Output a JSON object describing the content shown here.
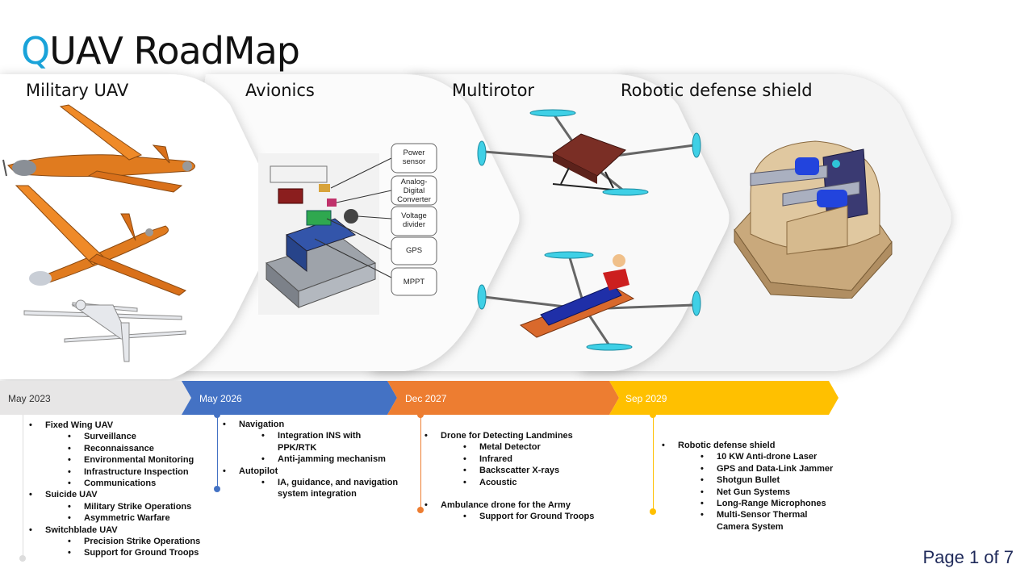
{
  "title": {
    "accent": "Q",
    "rest": "UAV RoadMap"
  },
  "sections": [
    {
      "title": "Military UAV"
    },
    {
      "title": "Avionics"
    },
    {
      "title": "Multirotor"
    },
    {
      "title": "Robotic defense shield"
    }
  ],
  "avionics_labels": [
    "Power sensor",
    "Analog-Digital Converter",
    "Voltage divider",
    "GPS",
    "MPPT"
  ],
  "timeline": [
    {
      "date": "May 2023",
      "color": "#e7e6e6"
    },
    {
      "date": "May 2026",
      "color": "#4472c4"
    },
    {
      "date": "Dec 2027",
      "color": "#ed7d31"
    },
    {
      "date": "Sep 2029",
      "color": "#ffc000"
    }
  ],
  "milestones": {
    "m1": {
      "items": [
        {
          "label": "Fixed Wing UAV",
          "sub": [
            "Surveillance",
            "Reconnaissance",
            "Environmental Monitoring",
            "Infrastructure  Inspection",
            "Communications"
          ]
        },
        {
          "label": "Suicide UAV",
          "sub": [
            "Military Strike Operations",
            "Asymmetric Warfare"
          ]
        },
        {
          "label": "Switchblade UAV",
          "sub": [
            "Precision Strike Operations",
            "Support for Ground Troops"
          ]
        }
      ]
    },
    "m2": {
      "items": [
        {
          "label": "Navigation",
          "sub": [
            "Integration  INS with PPK/RTK",
            "Anti-jamming mechanism"
          ]
        },
        {
          "label": "Autopilot",
          "sub": [
            "IA, guidance, and navigation system integration"
          ]
        }
      ]
    },
    "m3": {
      "items": [
        {
          "label": "Drone for Detecting Landmines",
          "sub": [
            "Metal Detector",
            "Infrared",
            "Backscatter X-rays",
            "Acoustic"
          ]
        },
        {
          "label": "Ambulance drone  for the Army",
          "sub": [
            "Support  for Ground Troops"
          ]
        }
      ]
    },
    "m4": {
      "items": [
        {
          "label": "Robotic defense shield",
          "sub": [
            "10 KW Anti-drone  Laser",
            "GPS and Data-Link Jammer",
            "Shotgun Bullet",
            "Net Gun Systems",
            "Long-Range Microphones",
            "Multi-Sensor Thermal Camera System"
          ]
        }
      ]
    }
  },
  "page": "Page 1 of 7"
}
